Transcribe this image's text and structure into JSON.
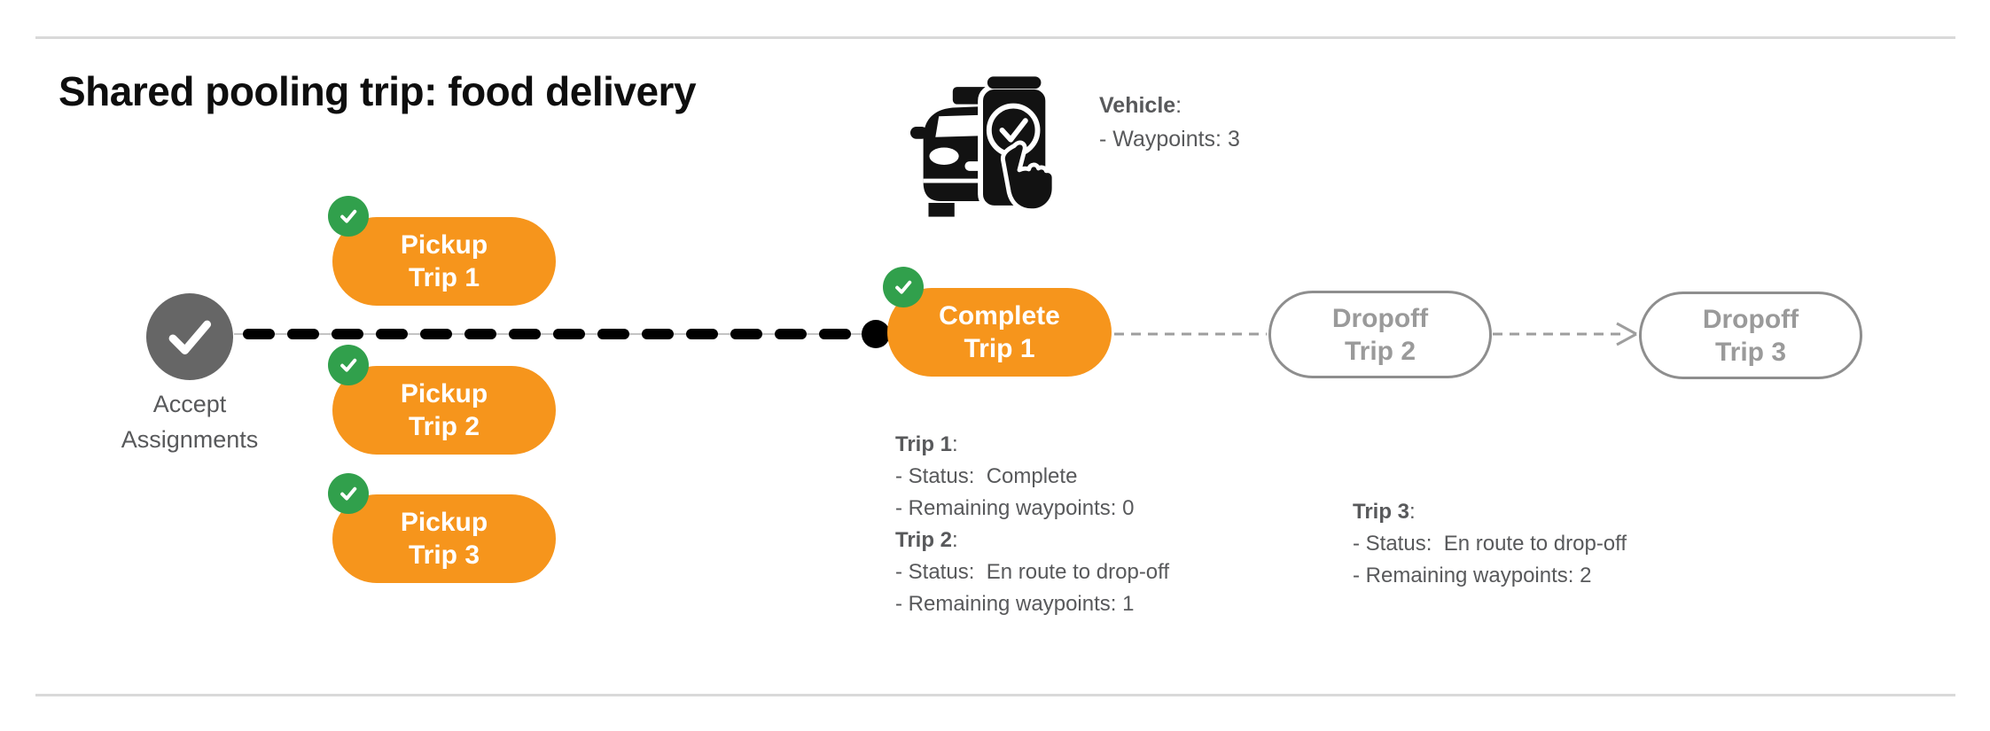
{
  "title": "Shared pooling trip: food delivery",
  "punct": {
    "colon": ":"
  },
  "colors": {
    "orange": "#F6951C",
    "green": "#31A04C",
    "node_gray": "#666666",
    "text_gray": "#58595B",
    "outline_gray": "#8E8E8E",
    "dropoff_text_gray": "#9A9A9A",
    "divider_gray": "#D9D9D9",
    "line_black": "#000000"
  },
  "vehicle": {
    "icon": "taxi-phone-check-icon",
    "name": "Vehicle",
    "waypoints_line": "- Waypoints: 3"
  },
  "flow": {
    "accept": {
      "icon": "check-circle-icon",
      "line1": "Accept",
      "line2": "Assignments"
    },
    "pickups": [
      {
        "badge_icon": "check-badge-icon",
        "line1": "Pickup",
        "line2": "Trip 1"
      },
      {
        "badge_icon": "check-badge-icon",
        "line1": "Pickup",
        "line2": "Trip 2"
      },
      {
        "badge_icon": "check-badge-icon",
        "line1": "Pickup",
        "line2": "Trip 3"
      }
    ],
    "complete": {
      "badge_icon": "check-badge-icon",
      "line1": "Complete",
      "line2": "Trip 1"
    },
    "dropoffs": [
      {
        "line1": "Dropoff",
        "line2": "Trip 2"
      },
      {
        "line1": "Dropoff",
        "line2": "Trip 3"
      }
    ]
  },
  "status_blocks": [
    {
      "trips": [
        {
          "name": "Trip 1",
          "lines": [
            "- Status:  Complete",
            "- Remaining waypoints: 0"
          ]
        },
        {
          "name": "Trip 2",
          "lines": [
            "- Status:  En route to drop-off",
            "- Remaining waypoints: 1"
          ]
        }
      ]
    },
    {
      "trips": [
        {
          "name": "Trip 3",
          "lines": [
            "- Status:  En route to drop-off",
            "- Remaining waypoints: 2"
          ]
        }
      ]
    }
  ]
}
